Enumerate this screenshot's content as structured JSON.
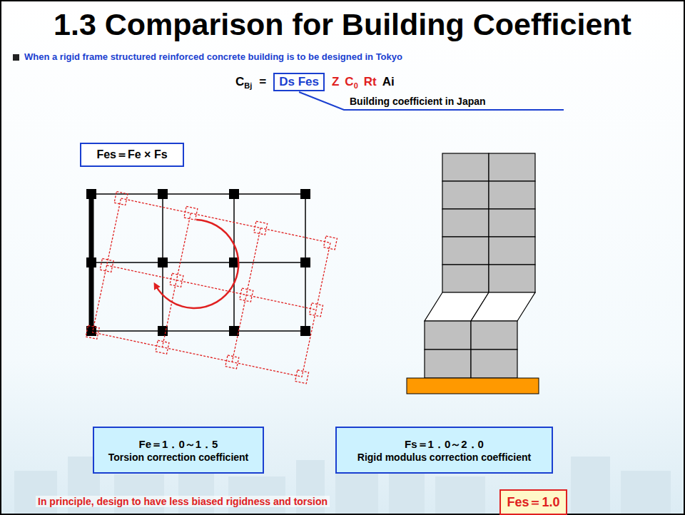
{
  "diagram": {
    "title": "1.3 Comparison for Building Coefficient",
    "nodes": [
      {
        "text": [
          "Ds Fes"
        ]
      },
      {
        "text": [
          "Fes＝Fe × Fs"
        ]
      },
      {
        "text": [
          "Fe＝1．0～1．5",
          "Torsion correction coefficient"
        ]
      },
      {
        "text": [
          "Fs＝1．0～2．0",
          "Rigid modulus correction coefficient"
        ]
      },
      {
        "text": [
          "Fes＝1.0"
        ]
      }
    ],
    "labels": [
      "When a rigid frame structured reinforced concrete building is to be designed in Tokyo",
      "C",
      "Bj",
      "=",
      "Z",
      "C",
      "0",
      "Rt",
      "Ai",
      "Building coefficient in Japan",
      "In principle, design to have less biased rigidness and torsion"
    ]
  }
}
